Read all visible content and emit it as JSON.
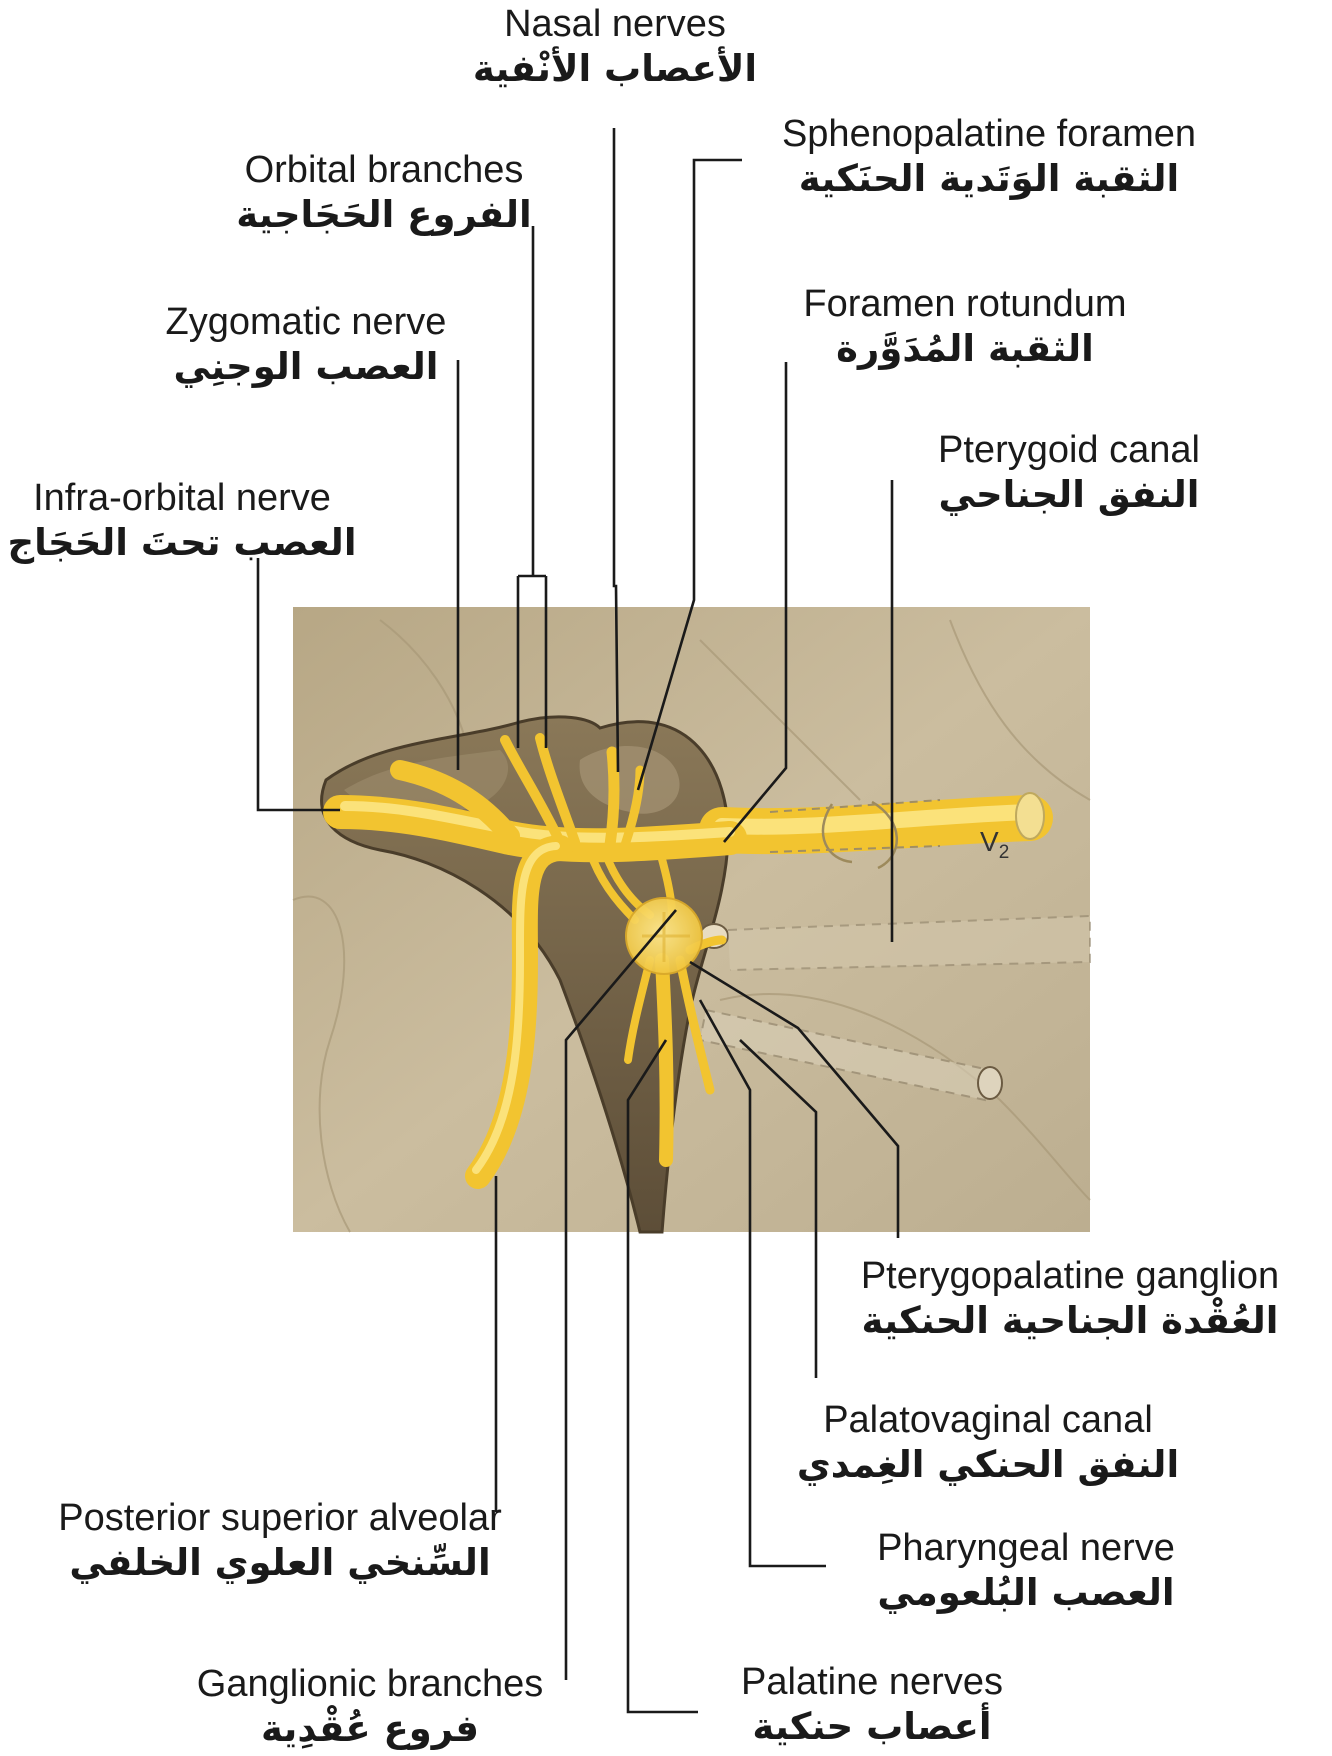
{
  "labels": {
    "nasal_nerves": {
      "en": "Nasal nerves",
      "ar": "الأعصاب الأنْفية"
    },
    "sphenopalatine_foramen": {
      "en": "Sphenopalatine foramen",
      "ar": "الثقبة الوَتَدية الحنَكية"
    },
    "orbital_branches": {
      "en": "Orbital branches",
      "ar": "الفروع الحَجَاجية"
    },
    "foramen_rotundum": {
      "en": "Foramen rotundum",
      "ar": "الثقبة المُدَوَّرة"
    },
    "zygomatic_nerve": {
      "en": "Zygomatic nerve",
      "ar": "العصب الوجنِي"
    },
    "pterygoid_canal": {
      "en": "Pterygoid canal",
      "ar": "النفق الجناحي"
    },
    "infraorbital_nerve": {
      "en": "Infra-orbital nerve",
      "ar": "العصب تحتَ الحَجَاج"
    },
    "pterygopalatine_ganglion": {
      "en": "Pterygopalatine ganglion",
      "ar": "العُقْدة الجناحية الحنكية"
    },
    "palatovaginal_canal": {
      "en": "Palatovaginal canal",
      "ar": "النفق الحنكي الغِمدي"
    },
    "posterior_superior_alveolar": {
      "en": "Posterior superior alveolar",
      "ar": "السِّنخي العلوي الخلفي"
    },
    "pharyngeal_nerve": {
      "en": "Pharyngeal nerve",
      "ar": "العصب البُلعومي"
    },
    "ganglionic_branches": {
      "en": "Ganglionic branches",
      "ar": "فروع عُقْدِية"
    },
    "palatine_nerves": {
      "en": "Palatine nerves",
      "ar": "أعصاب حنكية"
    }
  },
  "diagram": {
    "nerve_label": "V",
    "nerve_subscript": "2"
  },
  "colors": {
    "nerve": "#f2c430",
    "nerve_highlight": "#fbe27a",
    "bone_background": "#c2b394",
    "fossa_shadow": "#6e5e45",
    "leader_line": "#1a1a1a"
  }
}
